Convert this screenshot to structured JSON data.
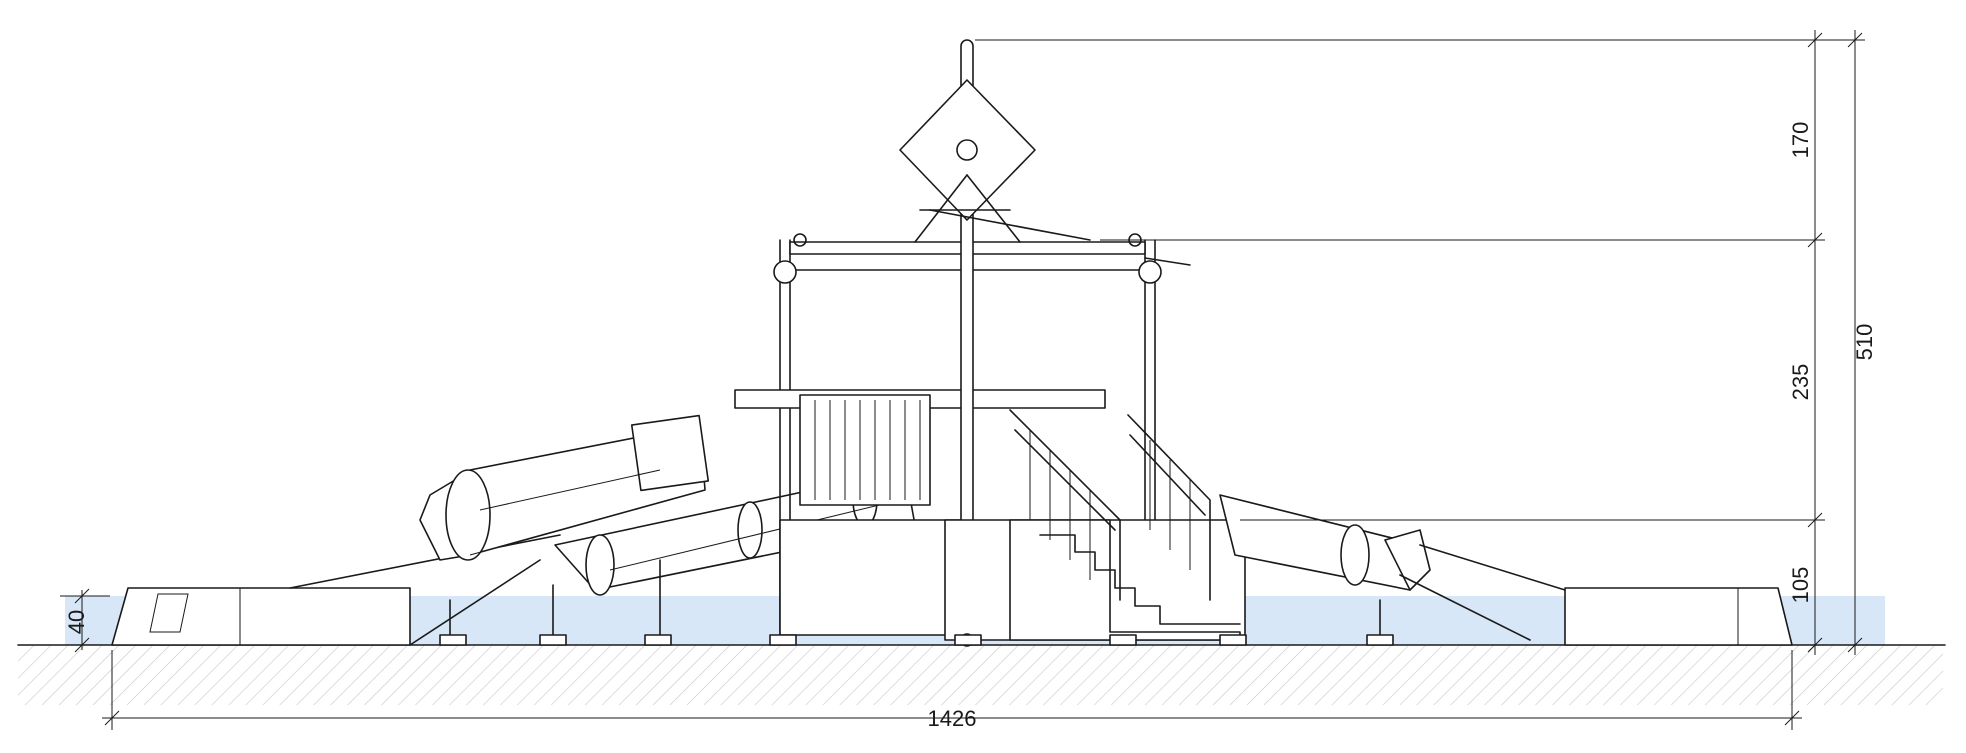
{
  "drawing": {
    "water_color": "#d7e7f7",
    "ground_hatch_color": "#bfbfbf",
    "line_color": "#1a1a1a"
  },
  "dimensions": {
    "total_height": "510",
    "top_section": "170",
    "middle_section": "235",
    "bottom_section": "105",
    "water_depth": "40",
    "total_length": "1426"
  }
}
